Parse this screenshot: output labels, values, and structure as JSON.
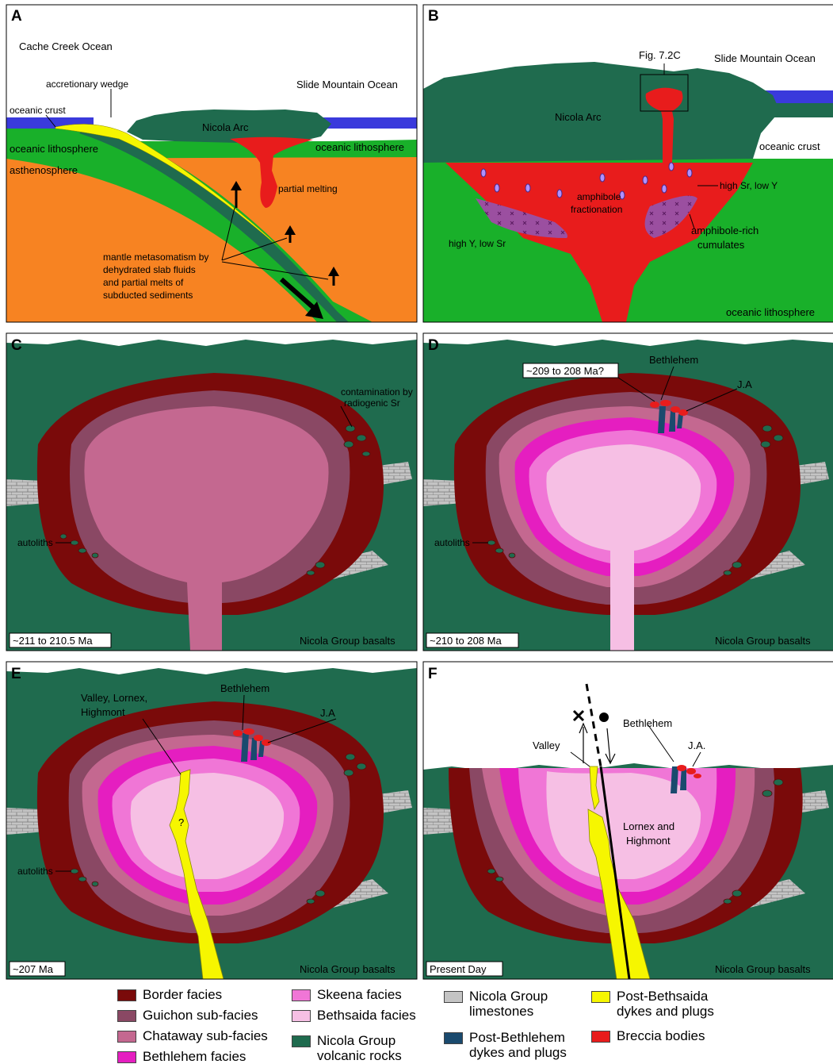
{
  "panels": {
    "A": {
      "letter": "A",
      "labels": {
        "cache_creek": "Cache Creek Ocean",
        "accretionary": "accretionary wedge",
        "slide_mountain": "Slide Mountain Ocean",
        "oceanic_crust": "oceanic crust",
        "nicola_arc": "Nicola Arc",
        "lithosphere_left": "oceanic lithosphere",
        "lithosphere_right": "oceanic lithosphere",
        "asthenosphere": "asthenosphere",
        "partial_melting": "partial melting",
        "metasomatism": [
          "mantle metasomatism by",
          "dehydrated slab fluids",
          "and partial melts of",
          "subducted sediments"
        ]
      }
    },
    "B": {
      "letter": "B",
      "labels": {
        "fig_ref": "Fig. 7.2C",
        "slide_mountain": "Slide Mountain Ocean",
        "nicola_arc": "Nicola Arc",
        "oceanic_crust": "oceanic crust",
        "high_sr": "high Sr, low Y",
        "amphibole_frac": [
          "amphibole",
          "fractionation"
        ],
        "high_y": "high Y, low Sr",
        "cumulates": [
          "amphibole-rich",
          "cumulates"
        ],
        "lithosphere": "oceanic lithosphere"
      }
    },
    "C": {
      "letter": "C",
      "age": "~211 to 210.5 Ma",
      "basalts": "Nicola Group basalts",
      "contamination": [
        "contamination by",
        "radiogenic Sr"
      ],
      "autoliths": "autoliths"
    },
    "D": {
      "letter": "D",
      "age": "~210 to 208 Ma",
      "age_q": "~209 to 208 Ma?",
      "bethlehem": "Bethlehem",
      "ja": "J.A",
      "autoliths": "autoliths",
      "basalts": "Nicola Group basalts"
    },
    "E": {
      "letter": "E",
      "age": "~207 Ma",
      "valley": [
        "Valley, Lornex,",
        "Highmont"
      ],
      "bethlehem": "Bethlehem",
      "ja": "J.A",
      "question": "?",
      "autoliths": "autoliths",
      "basalts": "Nicola Group basalts"
    },
    "F": {
      "letter": "F",
      "age": "Present Day",
      "valley": "Valley",
      "bethlehem": "Bethlehem",
      "ja": "J.A.",
      "lornex": [
        "Lornex and",
        "Highmont"
      ],
      "basalts": "Nicola Group basalts"
    }
  },
  "legend": [
    {
      "label": [
        "Border facies"
      ],
      "color": "#7a0a0a"
    },
    {
      "label": [
        "Guichon sub-facies"
      ],
      "color": "#8a4864"
    },
    {
      "label": [
        "Chataway sub-facies"
      ],
      "color": "#c46890"
    },
    {
      "label": [
        "Bethlehem facies"
      ],
      "color": "#e51ec0"
    },
    {
      "label": [
        "Skeena facies"
      ],
      "color": "#f076d6"
    },
    {
      "label": [
        "Bethsaida facies"
      ],
      "color": "#f6bfe4"
    },
    {
      "label": [
        "Nicola Group",
        "volcanic rocks"
      ],
      "color": "#1f6b4e"
    },
    {
      "label": [
        "Nicola Group",
        "limestones"
      ],
      "color": "#c4c4c4"
    },
    {
      "label": [
        "Post-Bethlehem",
        "dykes and plugs"
      ],
      "color": "#1a4a6e"
    },
    {
      "label": [
        "Post-Bethsaida",
        "dykes and plugs"
      ],
      "color": "#f6f600"
    },
    {
      "label": [
        "Breccia bodies"
      ],
      "color": "#e81c1c"
    }
  ],
  "colors": {
    "arc_green": "#1f6b4e",
    "lithosphere_green": "#19b02a",
    "asthenosphere": "#f78322",
    "ocean_blue": "#3a3adc",
    "melt_red": "#e81c1c",
    "cumulate_purple": "#9b4fa0"
  }
}
